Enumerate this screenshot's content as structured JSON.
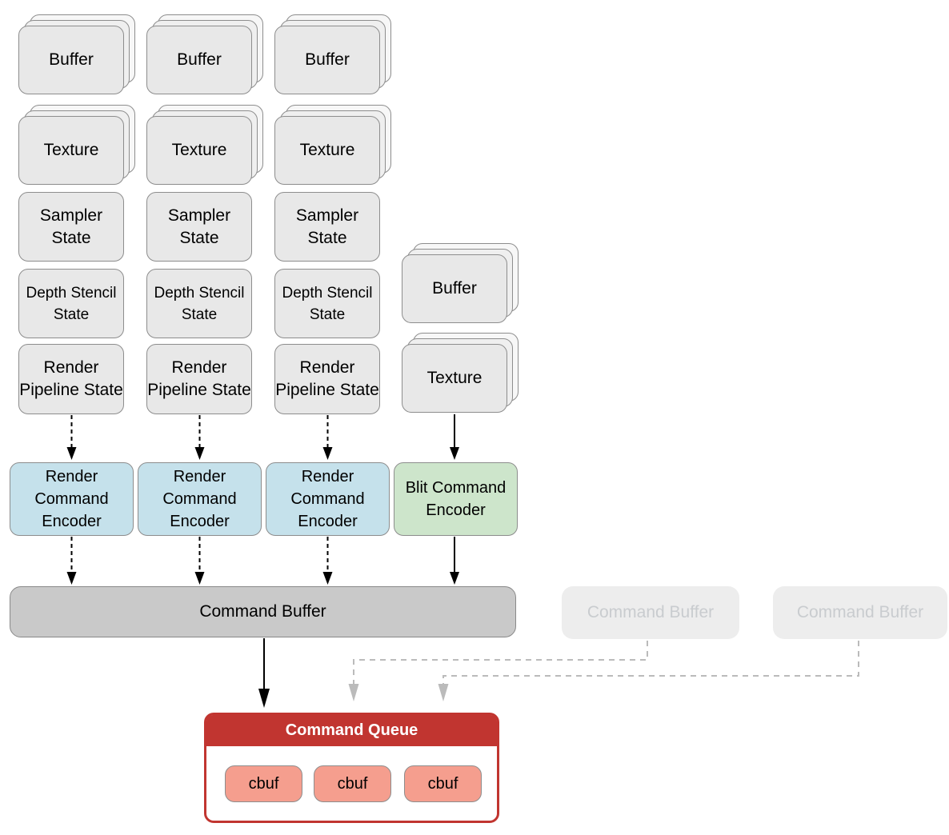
{
  "colors": {
    "resource_card_gray": "#e8e8e8",
    "render_encoder_blue": "#c5e1eb",
    "blit_encoder_green": "#cde5cb",
    "command_buffer_gray": "#c9c9c9",
    "command_queue_red": "#c13530",
    "cbuf_salmon": "#f59e8e",
    "inactive_gray": "#ededed"
  },
  "resource_columns": [
    {
      "buffer": "Buffer",
      "texture": "Texture",
      "sampler_state": "Sampler State",
      "depth_stencil_state": "Depth Stencil State",
      "render_pipeline_state": "Render Pipeline State"
    },
    {
      "buffer": "Buffer",
      "texture": "Texture",
      "sampler_state": "Sampler State",
      "depth_stencil_state": "Depth Stencil State",
      "render_pipeline_state": "Render Pipeline State"
    },
    {
      "buffer": "Buffer",
      "texture": "Texture",
      "sampler_state": "Sampler State",
      "depth_stencil_state": "Depth Stencil State",
      "render_pipeline_state": "Render Pipeline State"
    }
  ],
  "blit_resources": {
    "buffer": "Buffer",
    "texture": "Texture"
  },
  "encoders": [
    {
      "label": "Render Command Encoder",
      "type": "render"
    },
    {
      "label": "Render Command Encoder",
      "type": "render"
    },
    {
      "label": "Render Command Encoder",
      "type": "render"
    },
    {
      "label": "Blit Command Encoder",
      "type": "blit"
    }
  ],
  "command_buffer": {
    "label": "Command Buffer"
  },
  "inactive_command_buffers": [
    {
      "label": "Command Buffer"
    },
    {
      "label": "Command Buffer"
    }
  ],
  "command_queue": {
    "title": "Command Queue",
    "buffers": [
      "cbuf",
      "cbuf",
      "cbuf"
    ]
  }
}
